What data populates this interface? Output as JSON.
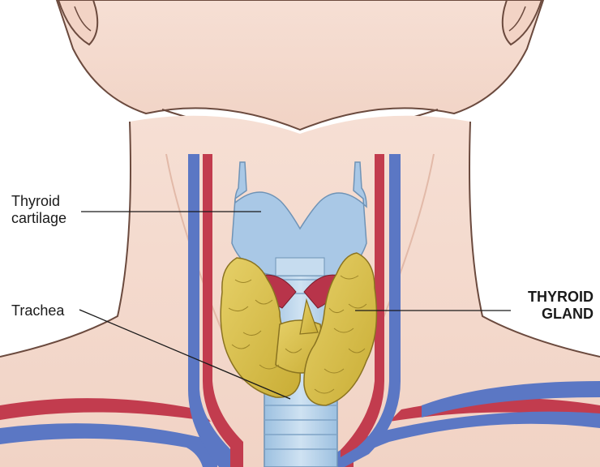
{
  "labels": {
    "thyroid_cartilage_line1": "Thyroid",
    "thyroid_cartilage_line2": "cartilage",
    "trachea": "Trachea",
    "thyroid_gland_line1": "THYROID",
    "thyroid_gland_line2": "GLAND"
  },
  "colors": {
    "skin": "#f5dcd0",
    "skin_shadow": "#e8c1b0",
    "outline": "#6b4a3e",
    "vein": "#5b77c4",
    "artery": "#c23c4e",
    "cartilage": "#a9c8e6",
    "gland": "#d8c04a",
    "muscle": "#b8344a"
  }
}
